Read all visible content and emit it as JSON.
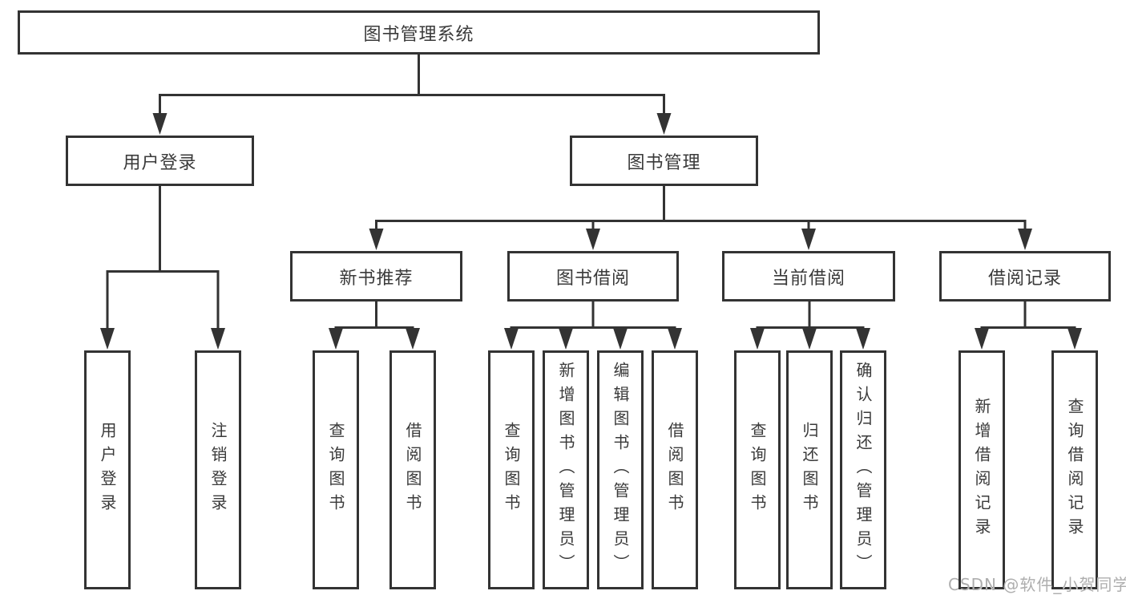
{
  "diagram": {
    "level1": "图书管理系统",
    "level2": [
      "用户登录",
      "图书管理"
    ],
    "level3": [
      "新书推荐",
      "图书借阅",
      "当前借阅",
      "借阅记录"
    ],
    "login_children": [
      "用户登录",
      "注销登录"
    ],
    "module_children": [
      [
        "查询图书",
        "借阅图书"
      ],
      [
        "查询图书",
        "新增图书（管理员）",
        "编辑图书（管理员）",
        "借阅图书"
      ],
      [
        "查询图书",
        "归还图书",
        "确认归还（管理员）"
      ],
      [
        "新增借阅记录",
        "查询借阅记录"
      ]
    ]
  },
  "watermark": "CSDN @软件_小贺同学",
  "colors": {
    "line": "#333333",
    "text": "#3a3a3a",
    "background": "#ffffff",
    "watermark": "#aeaeae"
  }
}
